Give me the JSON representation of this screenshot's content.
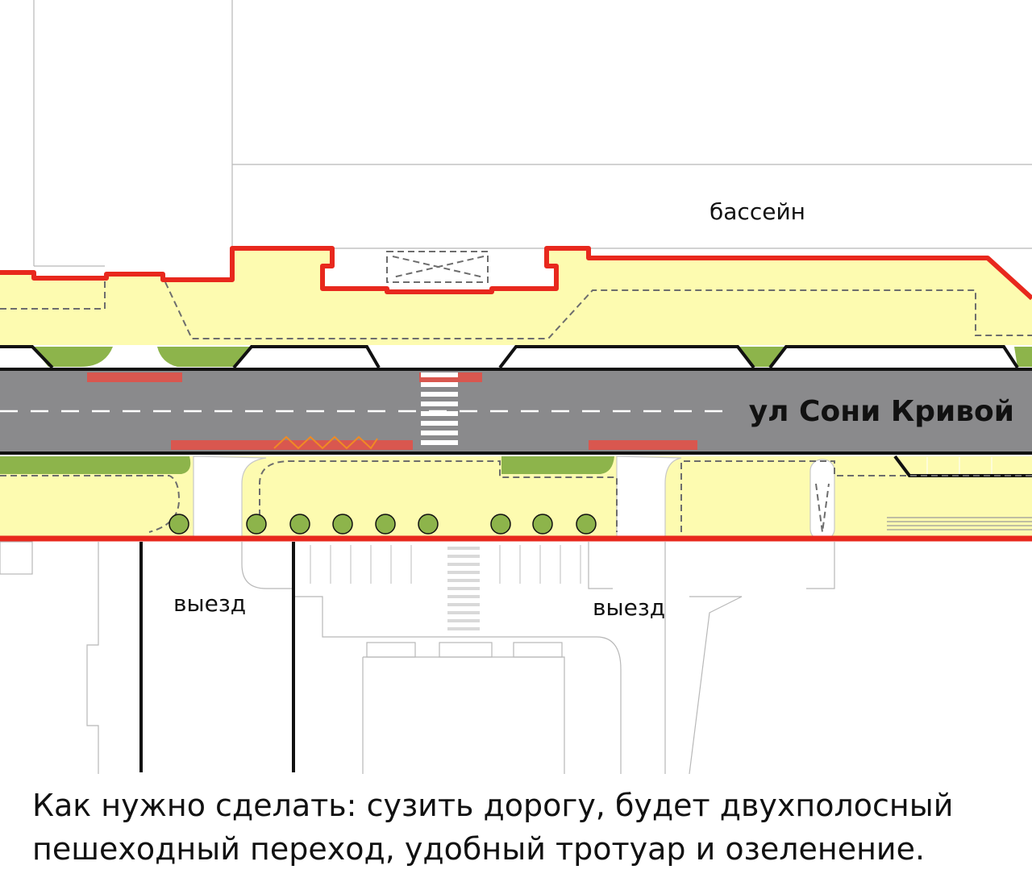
{
  "labels": {
    "pool": "бассейн",
    "exit_left": "выезд",
    "exit_right": "выезд",
    "street": "ул Сони Кривой"
  },
  "caption": {
    "line1": "Как нужно сделать: сузить дорогу, будет двухполосный",
    "line2": "пешеходный переход, удобный тротуар и озеленение."
  },
  "colors": {
    "road": "#8a8a8c",
    "sidewalk": "#fdfbb0",
    "greenery": "#8db44b",
    "boundary": "#e8281d",
    "bump_out": "#d9574f",
    "text": "#111111"
  }
}
